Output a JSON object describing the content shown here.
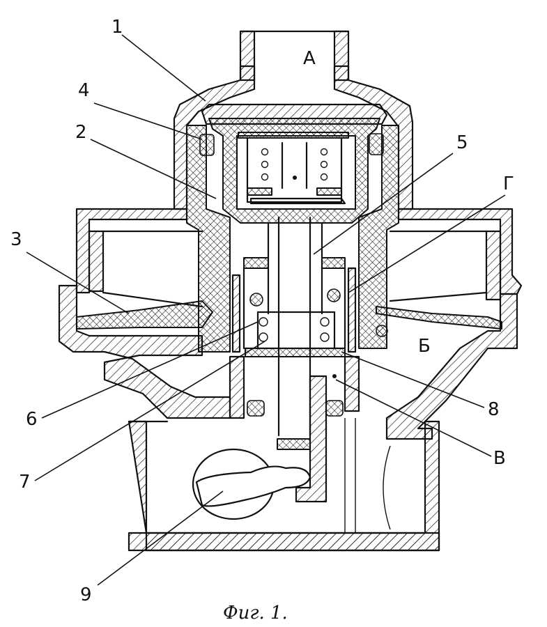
{
  "figure": {
    "caption": "Фиг. 1.",
    "part_labels": [
      {
        "id": "1",
        "text": "1"
      },
      {
        "id": "2",
        "text": "2"
      },
      {
        "id": "3",
        "text": "3"
      },
      {
        "id": "4",
        "text": "4"
      },
      {
        "id": "5",
        "text": "5"
      },
      {
        "id": "6",
        "text": "6"
      },
      {
        "id": "7",
        "text": "7"
      },
      {
        "id": "8",
        "text": "8"
      },
      {
        "id": "9",
        "text": "9"
      }
    ],
    "chamber_labels": [
      {
        "id": "A",
        "text": "А"
      },
      {
        "id": "B",
        "text": "Б"
      },
      {
        "id": "V",
        "text": "В"
      },
      {
        "id": "G",
        "text": "Г"
      }
    ]
  }
}
